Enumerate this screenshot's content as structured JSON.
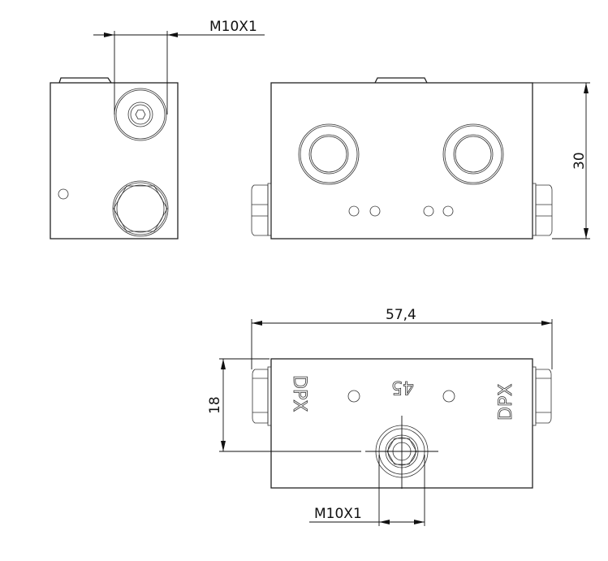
{
  "drawing": {
    "dimensions": {
      "thread_top": "M10X1",
      "height": "30",
      "length": "57,4",
      "depth": "18",
      "thread_bottom": "M10X1"
    },
    "engravings": {
      "left_mark": "DPX",
      "right_mark": "DPX",
      "center_number": "45"
    }
  }
}
